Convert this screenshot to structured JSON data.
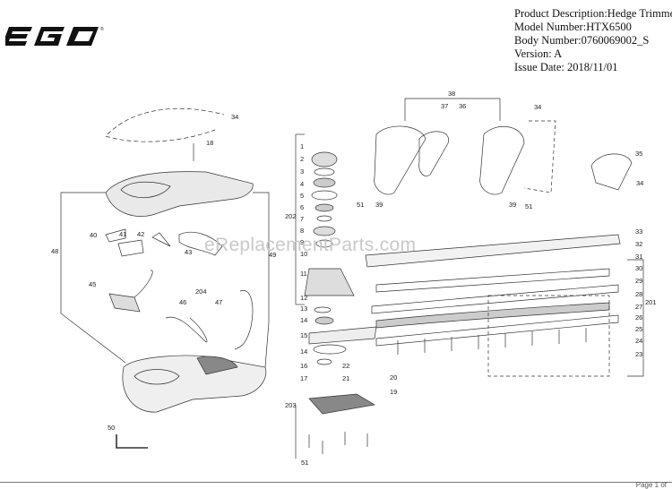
{
  "header": {
    "description": "Product Description:Hedge Trimmer",
    "model": "Model Number:HTX6500",
    "body": "Body Number:0760069002_S",
    "version": "Version: A",
    "issue": "Issue Date: 2018/11/01"
  },
  "brand": "EGO",
  "watermark": "eReplacementParts.com",
  "footer": "Page 1 of",
  "callouts": [
    "1",
    "2",
    "3",
    "4",
    "5",
    "6",
    "7",
    "8",
    "9",
    "10",
    "11",
    "12",
    "13",
    "14",
    "15",
    "16",
    "17",
    "18",
    "19",
    "20",
    "21",
    "22",
    "23",
    "24",
    "25",
    "26",
    "27",
    "28",
    "29",
    "30",
    "31",
    "32",
    "33",
    "34",
    "35",
    "36",
    "37",
    "38",
    "39",
    "40",
    "41",
    "42",
    "43",
    "45",
    "46",
    "47",
    "48",
    "49",
    "50",
    "51",
    "201",
    "202",
    "203",
    "204"
  ]
}
